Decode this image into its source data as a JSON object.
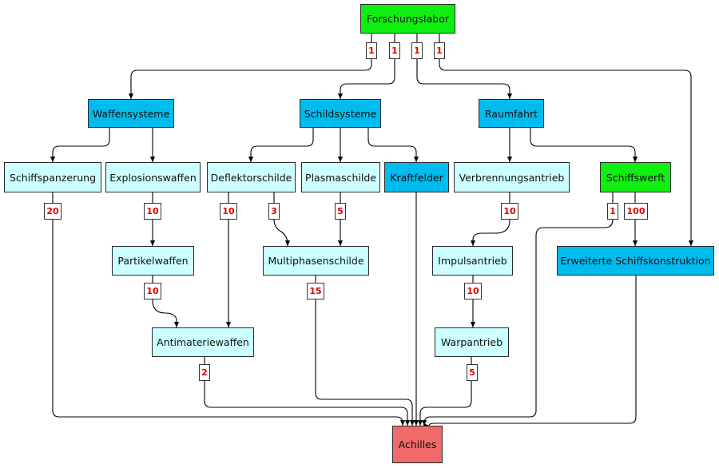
{
  "colors": {
    "root": "#11ee11",
    "category": "#00bbee",
    "tech": "#ccffff",
    "target": "#f06a6a",
    "label": "#ee0000",
    "edge": "#000000"
  },
  "nodes": {
    "forschungslabor": "Forschungslabor",
    "waffensysteme": "Waffensysteme",
    "schildsysteme": "Schildsysteme",
    "raumfahrt": "Raumfahrt",
    "schiffspanzerung": "Schiffspanzerung",
    "explosionswaffen": "Explosionswaffen",
    "deflektorschilde": "Deflektorschilde",
    "plasmaschilde": "Plasmaschilde",
    "kraftfelder": "Kraftfelder",
    "verbrennungsantrieb": "Verbrennungsantrieb",
    "schiffswerft": "Schiffswerft",
    "partikelwaffen": "Partikelwaffen",
    "multiphasenschilde": "Multiphasenschilde",
    "impulsantrieb": "Impulsantrieb",
    "erweiterte_schiffskonstruktion": "Erweiterte Schiffskonstruktion",
    "antimateriewaffen": "Antimateriewaffen",
    "warpantrieb": "Warpantrieb",
    "achilles": "Achilles"
  },
  "edges": {
    "forschung_waffen": "1",
    "forschung_schild": "1",
    "forschung_raumfahrt": "1",
    "forschung_erweitert": "1",
    "panzerung_achilles": "20",
    "explosion_partikel": "10",
    "deflektor_antimaterie": "10",
    "plasma_multiphasen_left": "3",
    "plasma_multiphasen_right": "5",
    "verbrennung_impuls": "10",
    "werft_achilles": "1",
    "werft_erweitert": "100",
    "partikel_antimaterie": "10",
    "multiphasen_achilles": "15",
    "impuls_warp": "10",
    "antimaterie_achilles": "2",
    "warp_achilles": "5"
  }
}
